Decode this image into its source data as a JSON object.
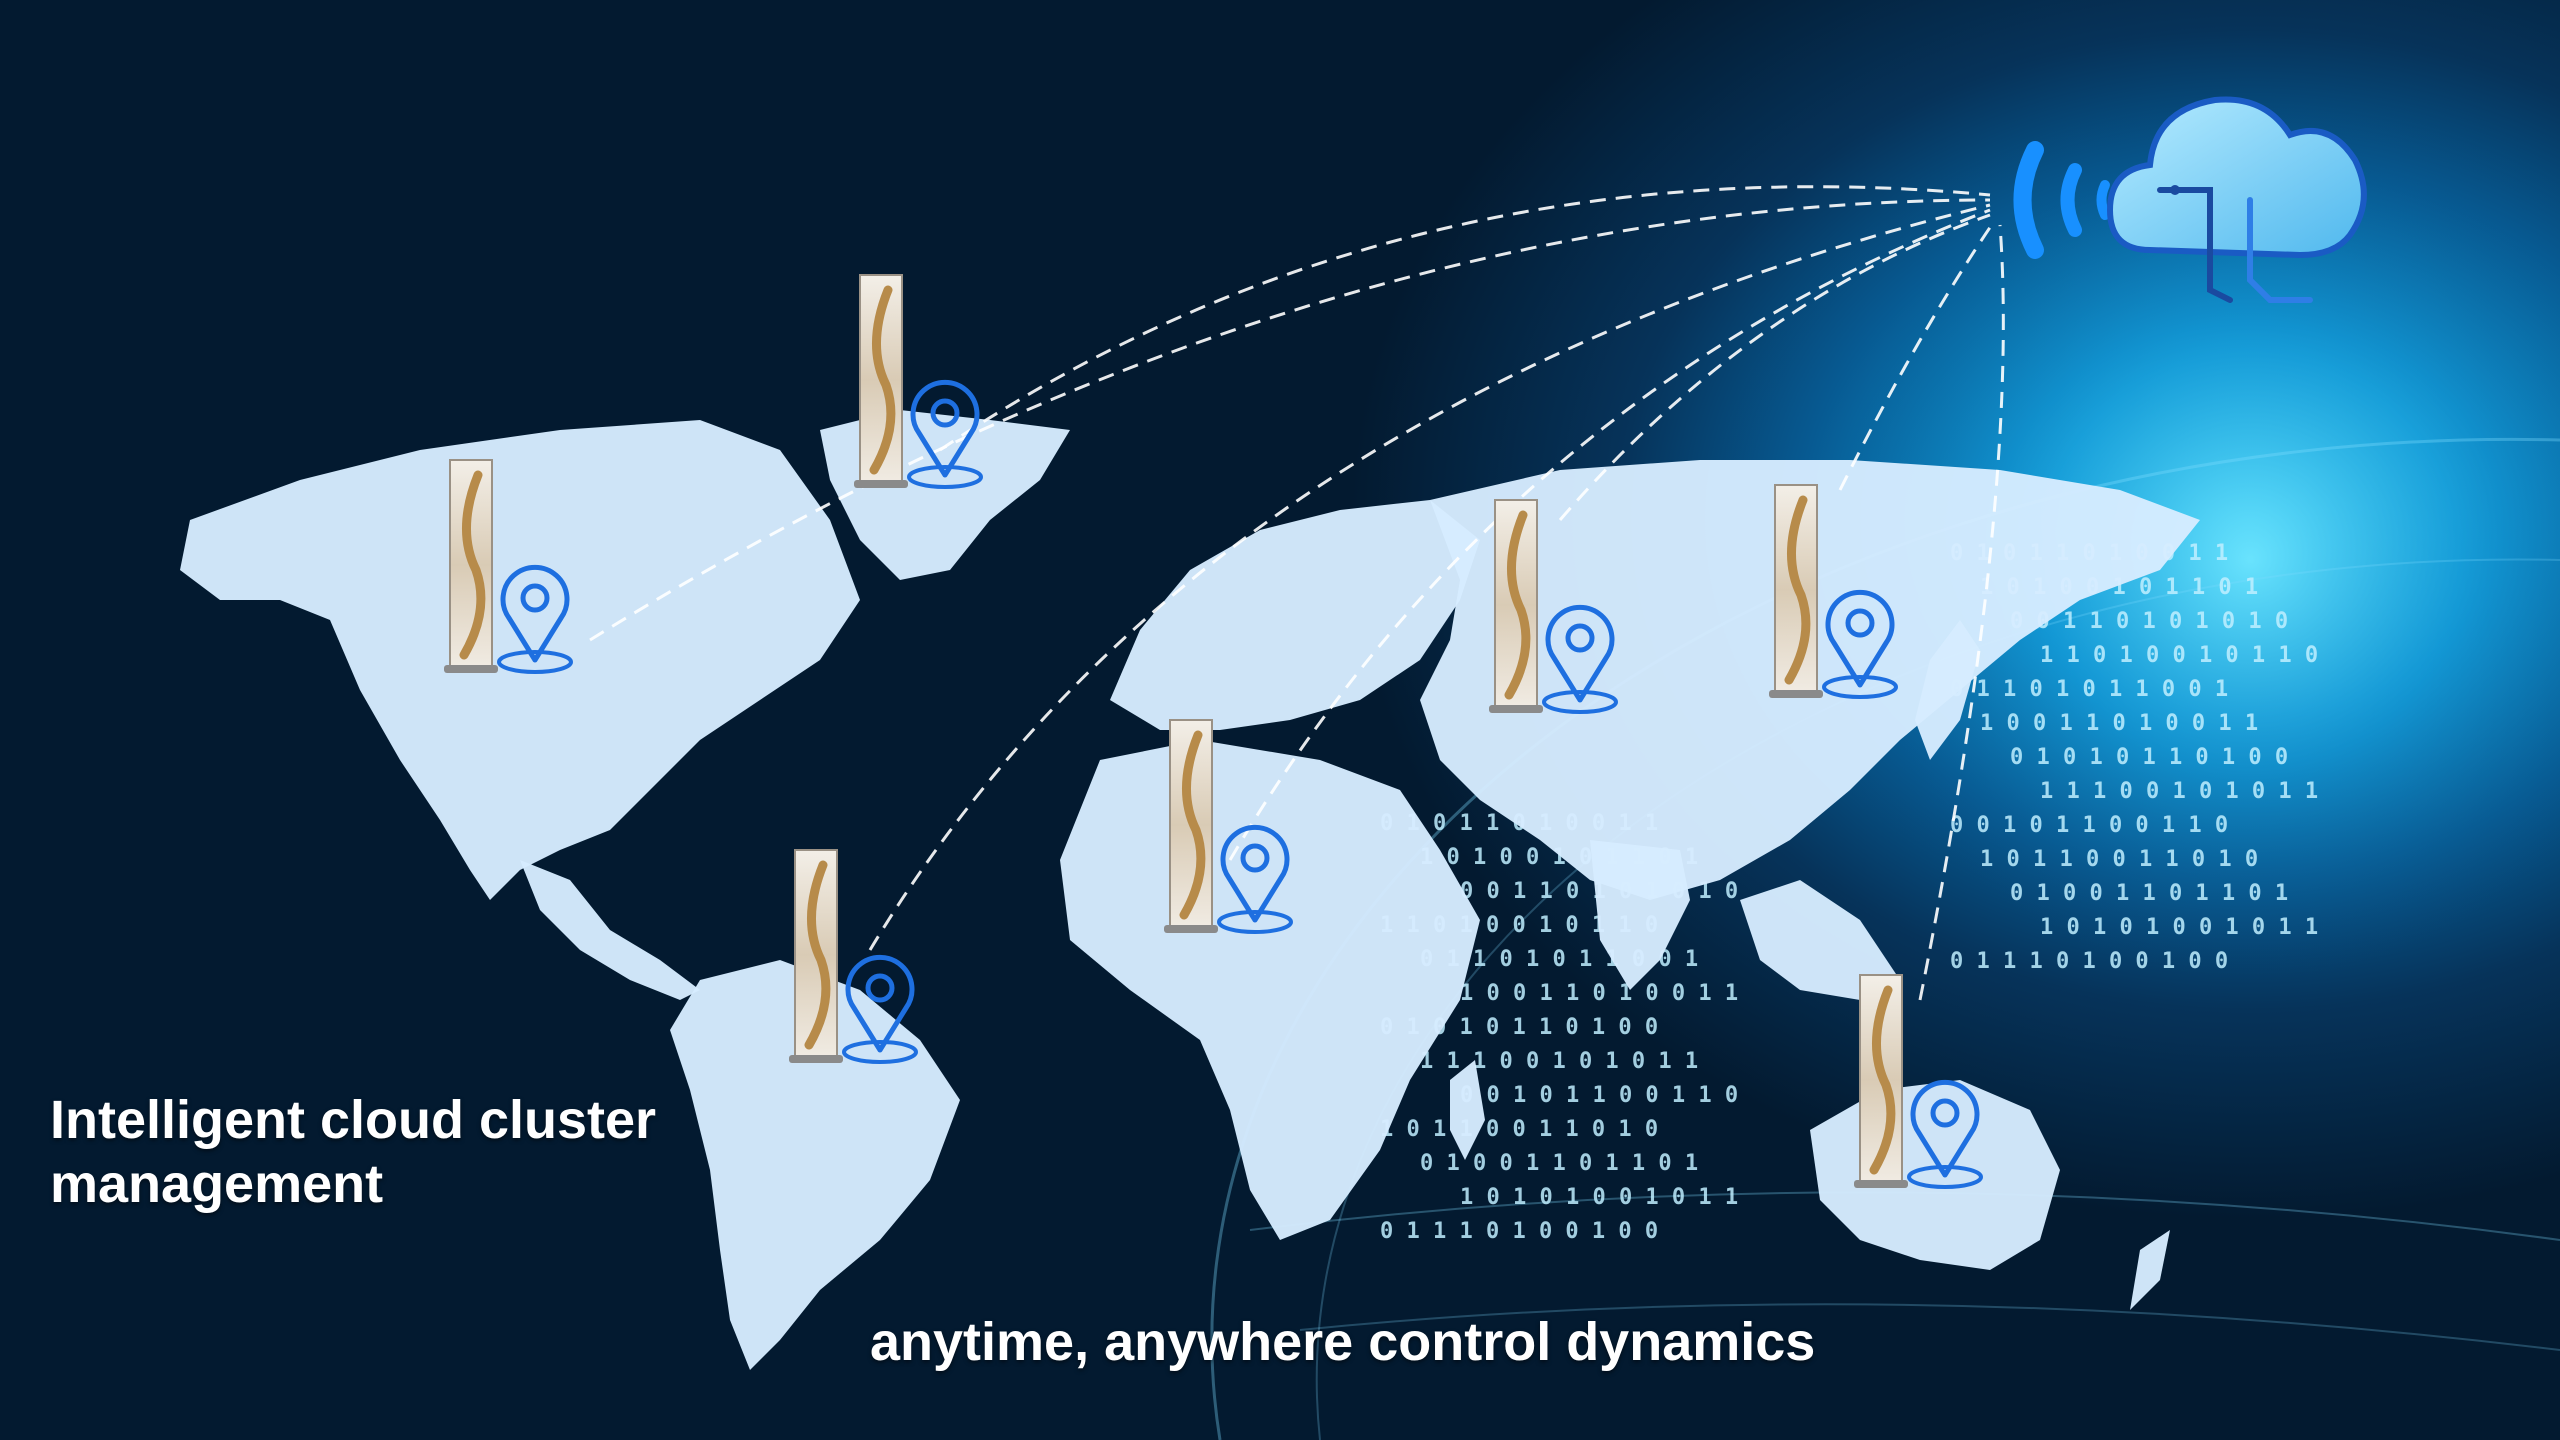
{
  "headline": {
    "line1": "Intelligent cloud cluster",
    "line2": "management"
  },
  "tagline": "anytime, anywhere control dynamics",
  "colors": {
    "continent": "#d6ecff",
    "pin": "#1e6fe0",
    "connection": "#ffffff",
    "cloud": "#7fd4ff",
    "wifi": "#1890ff"
  },
  "icons": [
    "cloud-hub-icon",
    "wifi-signal-icon",
    "location-pin-icon",
    "kiosk-display-icon"
  ],
  "binary_rows": [
    "0 1 0 1 1 0 1 0 0 1 1",
    "1 0 1 0 0 1 0 1 1 0 1",
    "0 0 1 1 0 1 0 1 0 1 0",
    "1 1 0 1 0 0 1 0 1 1 0",
    "0 1 1 0 1 0 1 1 0 0 1",
    "1 0 0 1 1 0 1 0 0 1 1",
    "0 1 0 1 0 1 1 0 1 0 0",
    "1 1 1 0 0 1 0 1 0 1 1",
    "0 0 1 0 1 1 0 0 1 1 0",
    "1 0 1 1 0 0 1 1 0 1 0",
    "0 1 0 0 1 1 0 1 1 0 1",
    "1 0 1 0 1 0 0 1 0 1 1",
    "0 1 1 1 0 1 0 0 1 0 0"
  ]
}
